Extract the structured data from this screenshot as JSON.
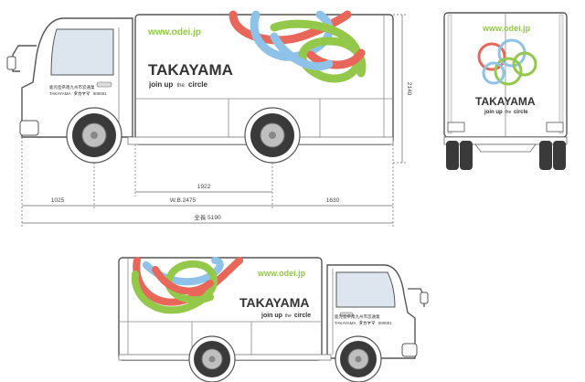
{
  "colors": {
    "green": "#93c84a",
    "red": "#e8675a",
    "blue": "#8fc2e8",
    "logo_dark": "#333333",
    "line": "#555555",
    "dim": "#666666"
  },
  "branding": {
    "url": "www.odei.jp",
    "brand_name": "TAKAYAMA",
    "tagline_join": "join up",
    "tagline_the": "the",
    "tagline_circle": "circle",
    "logo_icon": "interlocking-rings-logo"
  },
  "door_text": {
    "line1": "鹿児島県南九州市宮通業",
    "line2_prefix": "TAKAYAMA",
    "line2_name": "タカヤマ",
    "line2_suffix": "000001"
  },
  "dimensions": {
    "front_overhang": "1025",
    "wheelbase": "W.B.2475",
    "rear_overhang": "1630",
    "cargo_to_rear_axle": "1922",
    "overall_length": "全長 5190",
    "height": "2140"
  }
}
